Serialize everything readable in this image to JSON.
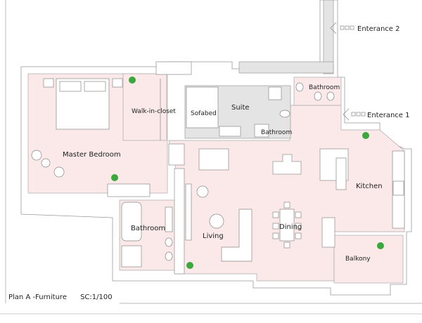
{
  "title": "Plan A -Furniture",
  "scale": "SC:1/100",
  "rooms": {
    "master_bedroom": "Master Bedroom",
    "walk_in_closet": "Walk-in-closet",
    "suite": "Suite",
    "sofabed": "Sofabed",
    "suite_bathroom": "Bathroom",
    "top_bathroom": "Bathroom",
    "left_bathroom": "Bathroom",
    "kitchen": "Kitchen",
    "living": "Living",
    "dining": "Dining",
    "balkony": "Balkony"
  },
  "entrances": {
    "entrance_1": "Enterance 1",
    "entrance_2": "Enterance 2"
  },
  "colors": {
    "floor": "#fbe8e8",
    "suite": "#e4e4e4",
    "plant": "#3aa83a"
  }
}
